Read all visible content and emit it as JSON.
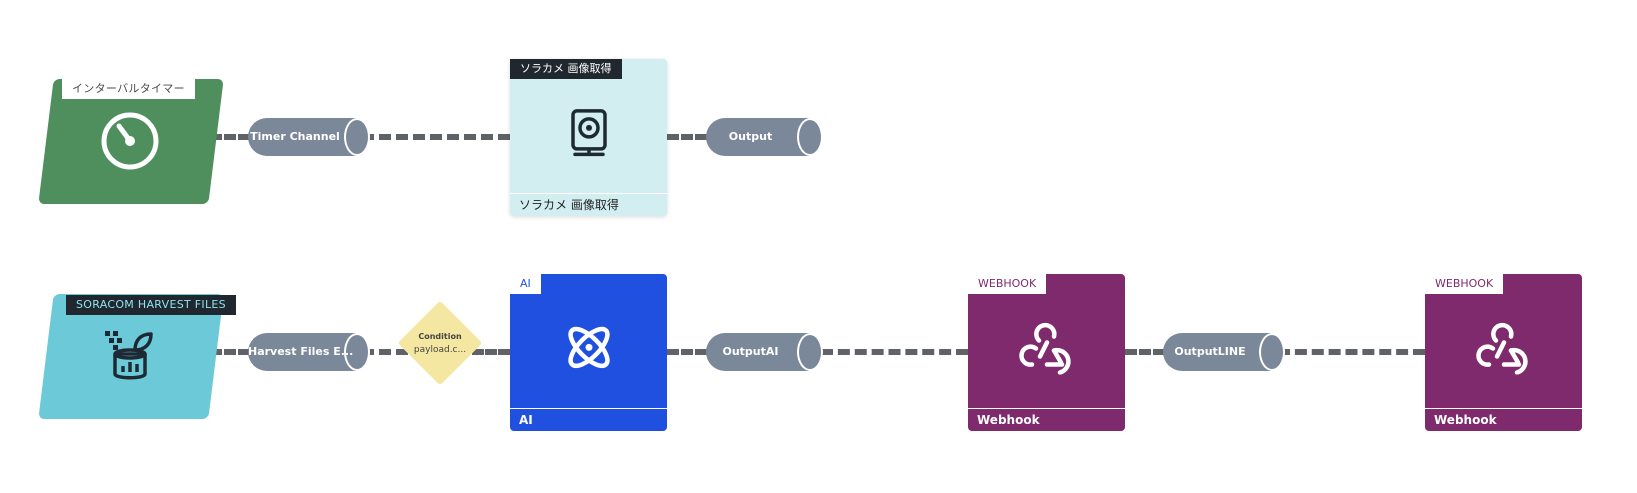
{
  "row1": {
    "timer": {
      "tag": "インターバルタイマー",
      "icon": "timer-icon",
      "color": "#4e8f5d"
    },
    "timer_channel": {
      "label": "Timer Channel"
    },
    "soracam": {
      "tag": "ソラカメ 画像取得",
      "footer": "ソラカメ 画像取得",
      "icon": "camera-icon",
      "color": "#d3eef1"
    },
    "output": {
      "label": "Output"
    }
  },
  "row2": {
    "harvest": {
      "tag": "SORACOM HARVEST FILES",
      "icon": "harvest-files-icon",
      "color": "#6ccad8"
    },
    "harvest_channel": {
      "label": "Harvest Files E..."
    },
    "condition": {
      "title": "Condition",
      "expression": "payload.c..."
    },
    "ai": {
      "tag": "AI",
      "footer": "AI",
      "icon": "atom-icon",
      "color": "#1f50e0"
    },
    "output_ai": {
      "label": "OutputAI"
    },
    "webhook1": {
      "tag": "WEBHOOK",
      "footer": "Webhook",
      "icon": "webhook-icon",
      "color": "#7f2a6c"
    },
    "output_line": {
      "label": "OutputLINE"
    },
    "webhook2": {
      "tag": "WEBHOOK",
      "footer": "Webhook",
      "icon": "webhook-icon",
      "color": "#7f2a6c"
    }
  }
}
